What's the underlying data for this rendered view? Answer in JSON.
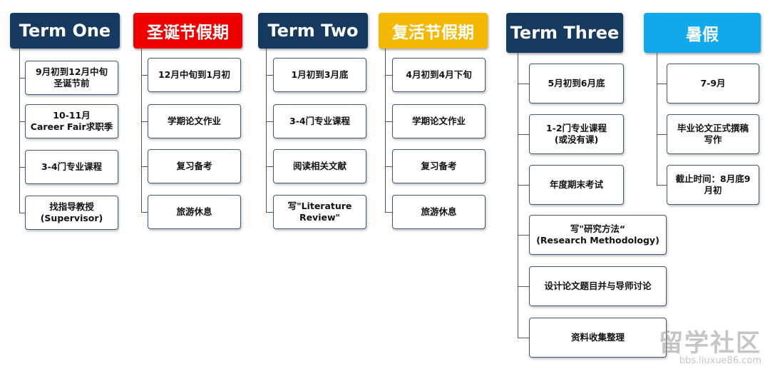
{
  "colors": {
    "navy": "#163a5f",
    "red": "#ee0000",
    "orange": "#f5b800",
    "sky": "#12a9ec",
    "box_border": "#3c5a7a"
  },
  "columns": [
    {
      "title": "Term One",
      "header_color": "#163a5f",
      "items": [
        {
          "lines": [
            "9月初到12月中旬",
            "圣诞节前"
          ]
        },
        {
          "lines": [
            "10-11月",
            "Career Fair求职季"
          ]
        },
        {
          "lines": [
            "3-4门专业课程"
          ]
        },
        {
          "lines": [
            "找指导教授",
            "(Supervisor)"
          ]
        }
      ]
    },
    {
      "title": "圣诞节假期",
      "header_color": "#ee0000",
      "items": [
        {
          "lines": [
            "12月中旬到1月初"
          ]
        },
        {
          "lines": [
            "学期论文作业"
          ]
        },
        {
          "lines": [
            "复习备考"
          ]
        },
        {
          "lines": [
            "旅游休息"
          ]
        }
      ]
    },
    {
      "title": "Term Two",
      "header_color": "#163a5f",
      "items": [
        {
          "lines": [
            "1月初到3月底"
          ]
        },
        {
          "lines": [
            "3-4门专业课程"
          ]
        },
        {
          "lines": [
            "阅读相关文献"
          ]
        },
        {
          "lines": [
            "写\"Literature",
            "Review\""
          ]
        }
      ]
    },
    {
      "title": "复活节假期",
      "header_color": "#f5b800",
      "items": [
        {
          "lines": [
            "4月初到4月下旬"
          ]
        },
        {
          "lines": [
            "学期论文作业"
          ]
        },
        {
          "lines": [
            "复习备考"
          ]
        },
        {
          "lines": [
            "旅游休息"
          ]
        }
      ]
    },
    {
      "title": "Term Three",
      "header_color": "#163a5f",
      "items": [
        {
          "lines": [
            "5月初到6月底"
          ]
        },
        {
          "lines": [
            "1-2门专业课程",
            "(或没有课)"
          ]
        },
        {
          "lines": [
            "年度期末考试"
          ]
        },
        {
          "lines": [
            "写\"研究方法“",
            "(Research Methodology)"
          ]
        },
        {
          "lines": [
            "设计论文题目并与导师讨论"
          ]
        },
        {
          "lines": [
            "资料收集整理"
          ]
        }
      ]
    },
    {
      "title": "暑假",
      "header_color": "#12a9ec",
      "items": [
        {
          "lines": [
            "7-9月"
          ]
        },
        {
          "lines": [
            "毕业论文正式撰稿",
            "写作"
          ]
        },
        {
          "lines": [
            "截止时间：8月底9",
            "月初"
          ]
        }
      ]
    }
  ],
  "watermark": {
    "main": "留学社区",
    "url": "bbs.liuxue86.com"
  }
}
